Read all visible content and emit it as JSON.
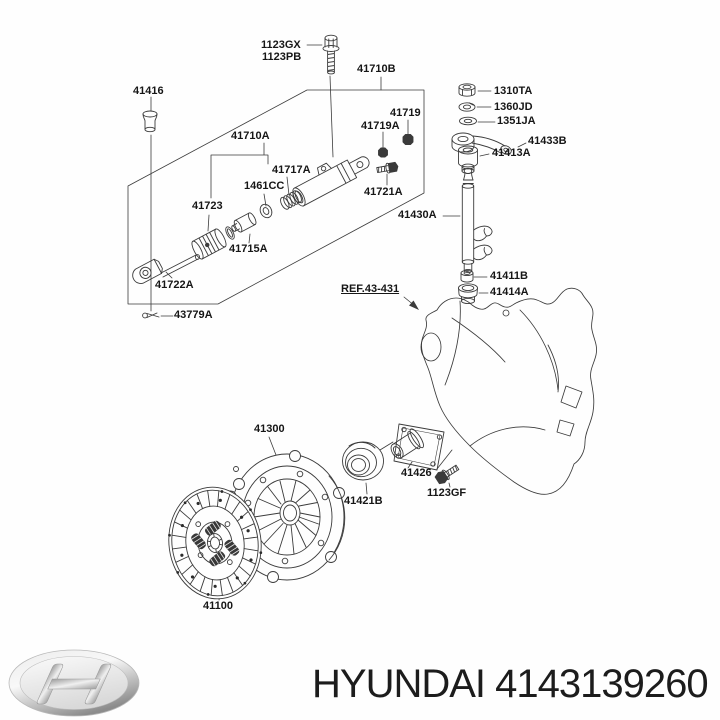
{
  "diagram": {
    "description_visible_only": "exploded clutch parts diagram",
    "ref_label": {
      "text": "REF.43-431"
    },
    "part_labels": [
      {
        "id": "1123GX",
        "text": "1123GX"
      },
      {
        "id": "1123PB",
        "text": "1123PB"
      },
      {
        "id": "41710B",
        "text": "41710B"
      },
      {
        "id": "41416",
        "text": "41416"
      },
      {
        "id": "1310TA",
        "text": "1310TA"
      },
      {
        "id": "1360JD",
        "text": "1360JD"
      },
      {
        "id": "1351JA",
        "text": "1351JA"
      },
      {
        "id": "41710A",
        "text": "41710A"
      },
      {
        "id": "41719",
        "text": "41719"
      },
      {
        "id": "41719A",
        "text": "41719A"
      },
      {
        "id": "41433B",
        "text": "41433B"
      },
      {
        "id": "41413A",
        "text": "41413A"
      },
      {
        "id": "41717A",
        "text": "41717A"
      },
      {
        "id": "1461CC",
        "text": "1461CC"
      },
      {
        "id": "41721A",
        "text": "41721A"
      },
      {
        "id": "41723",
        "text": "41723"
      },
      {
        "id": "41430A",
        "text": "41430A"
      },
      {
        "id": "41715A",
        "text": "41715A"
      },
      {
        "id": "41411B",
        "text": "41411B"
      },
      {
        "id": "41722A",
        "text": "41722A"
      },
      {
        "id": "41414A",
        "text": "41414A"
      },
      {
        "id": "43779A",
        "text": "43779A"
      },
      {
        "id": "41300",
        "text": "41300"
      },
      {
        "id": "41426",
        "text": "41426"
      },
      {
        "id": "1123GF",
        "text": "1123GF"
      },
      {
        "id": "41421B",
        "text": "41421B"
      },
      {
        "id": "41100",
        "text": "41100"
      }
    ]
  },
  "branding": {
    "make": "HYUNDAI",
    "part_number": "4143139260",
    "logo_icon": "hyundai-logo"
  },
  "colors": {
    "line": "#3b3b3b",
    "label_text": "#161616",
    "brand_text": "#1c1c1c",
    "background": "#fefefe",
    "logo_silver": "#c9c9c9"
  }
}
